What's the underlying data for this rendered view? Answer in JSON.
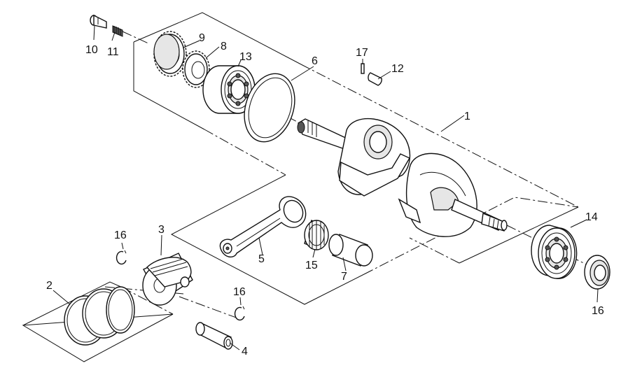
{
  "diagram": {
    "labels": {
      "p1": "1",
      "p2": "2",
      "p3": "3",
      "p4": "4",
      "p5": "5",
      "p6": "6",
      "p7": "7",
      "p8": "8",
      "p9": "9",
      "p10": "10",
      "p11": "11",
      "p12": "12",
      "p13": "13",
      "p14": "14",
      "p15": "15",
      "p16a": "16",
      "p16b": "16",
      "p16c": "16",
      "p17": "17"
    }
  }
}
